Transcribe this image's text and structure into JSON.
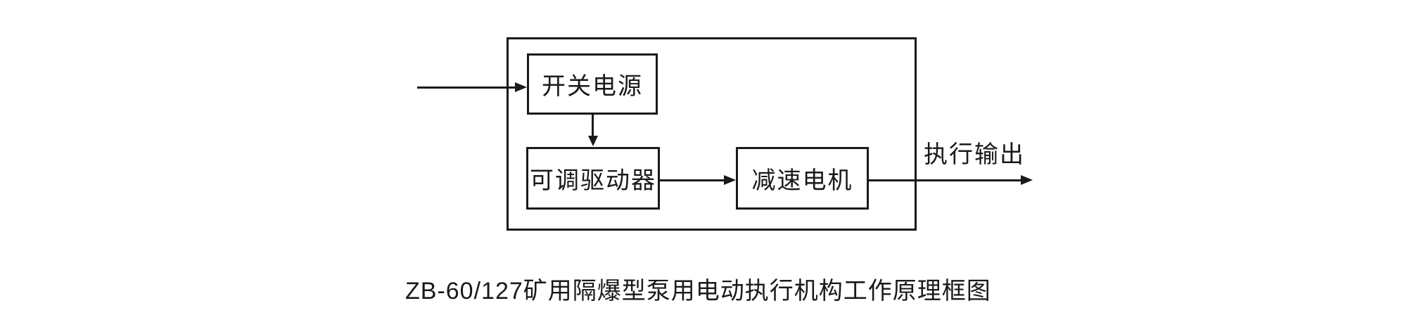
{
  "diagram": {
    "blocks": {
      "power": {
        "label": "开关电源"
      },
      "driver": {
        "label": "可调驱动器"
      },
      "motor": {
        "label": "减速电机"
      }
    },
    "output_label": "执行输出",
    "caption": "ZB-60/127矿用隔爆型泵用电动执行机构工作原理框图"
  },
  "colors": {
    "line": "#1a1a1a",
    "background": "#ffffff"
  }
}
